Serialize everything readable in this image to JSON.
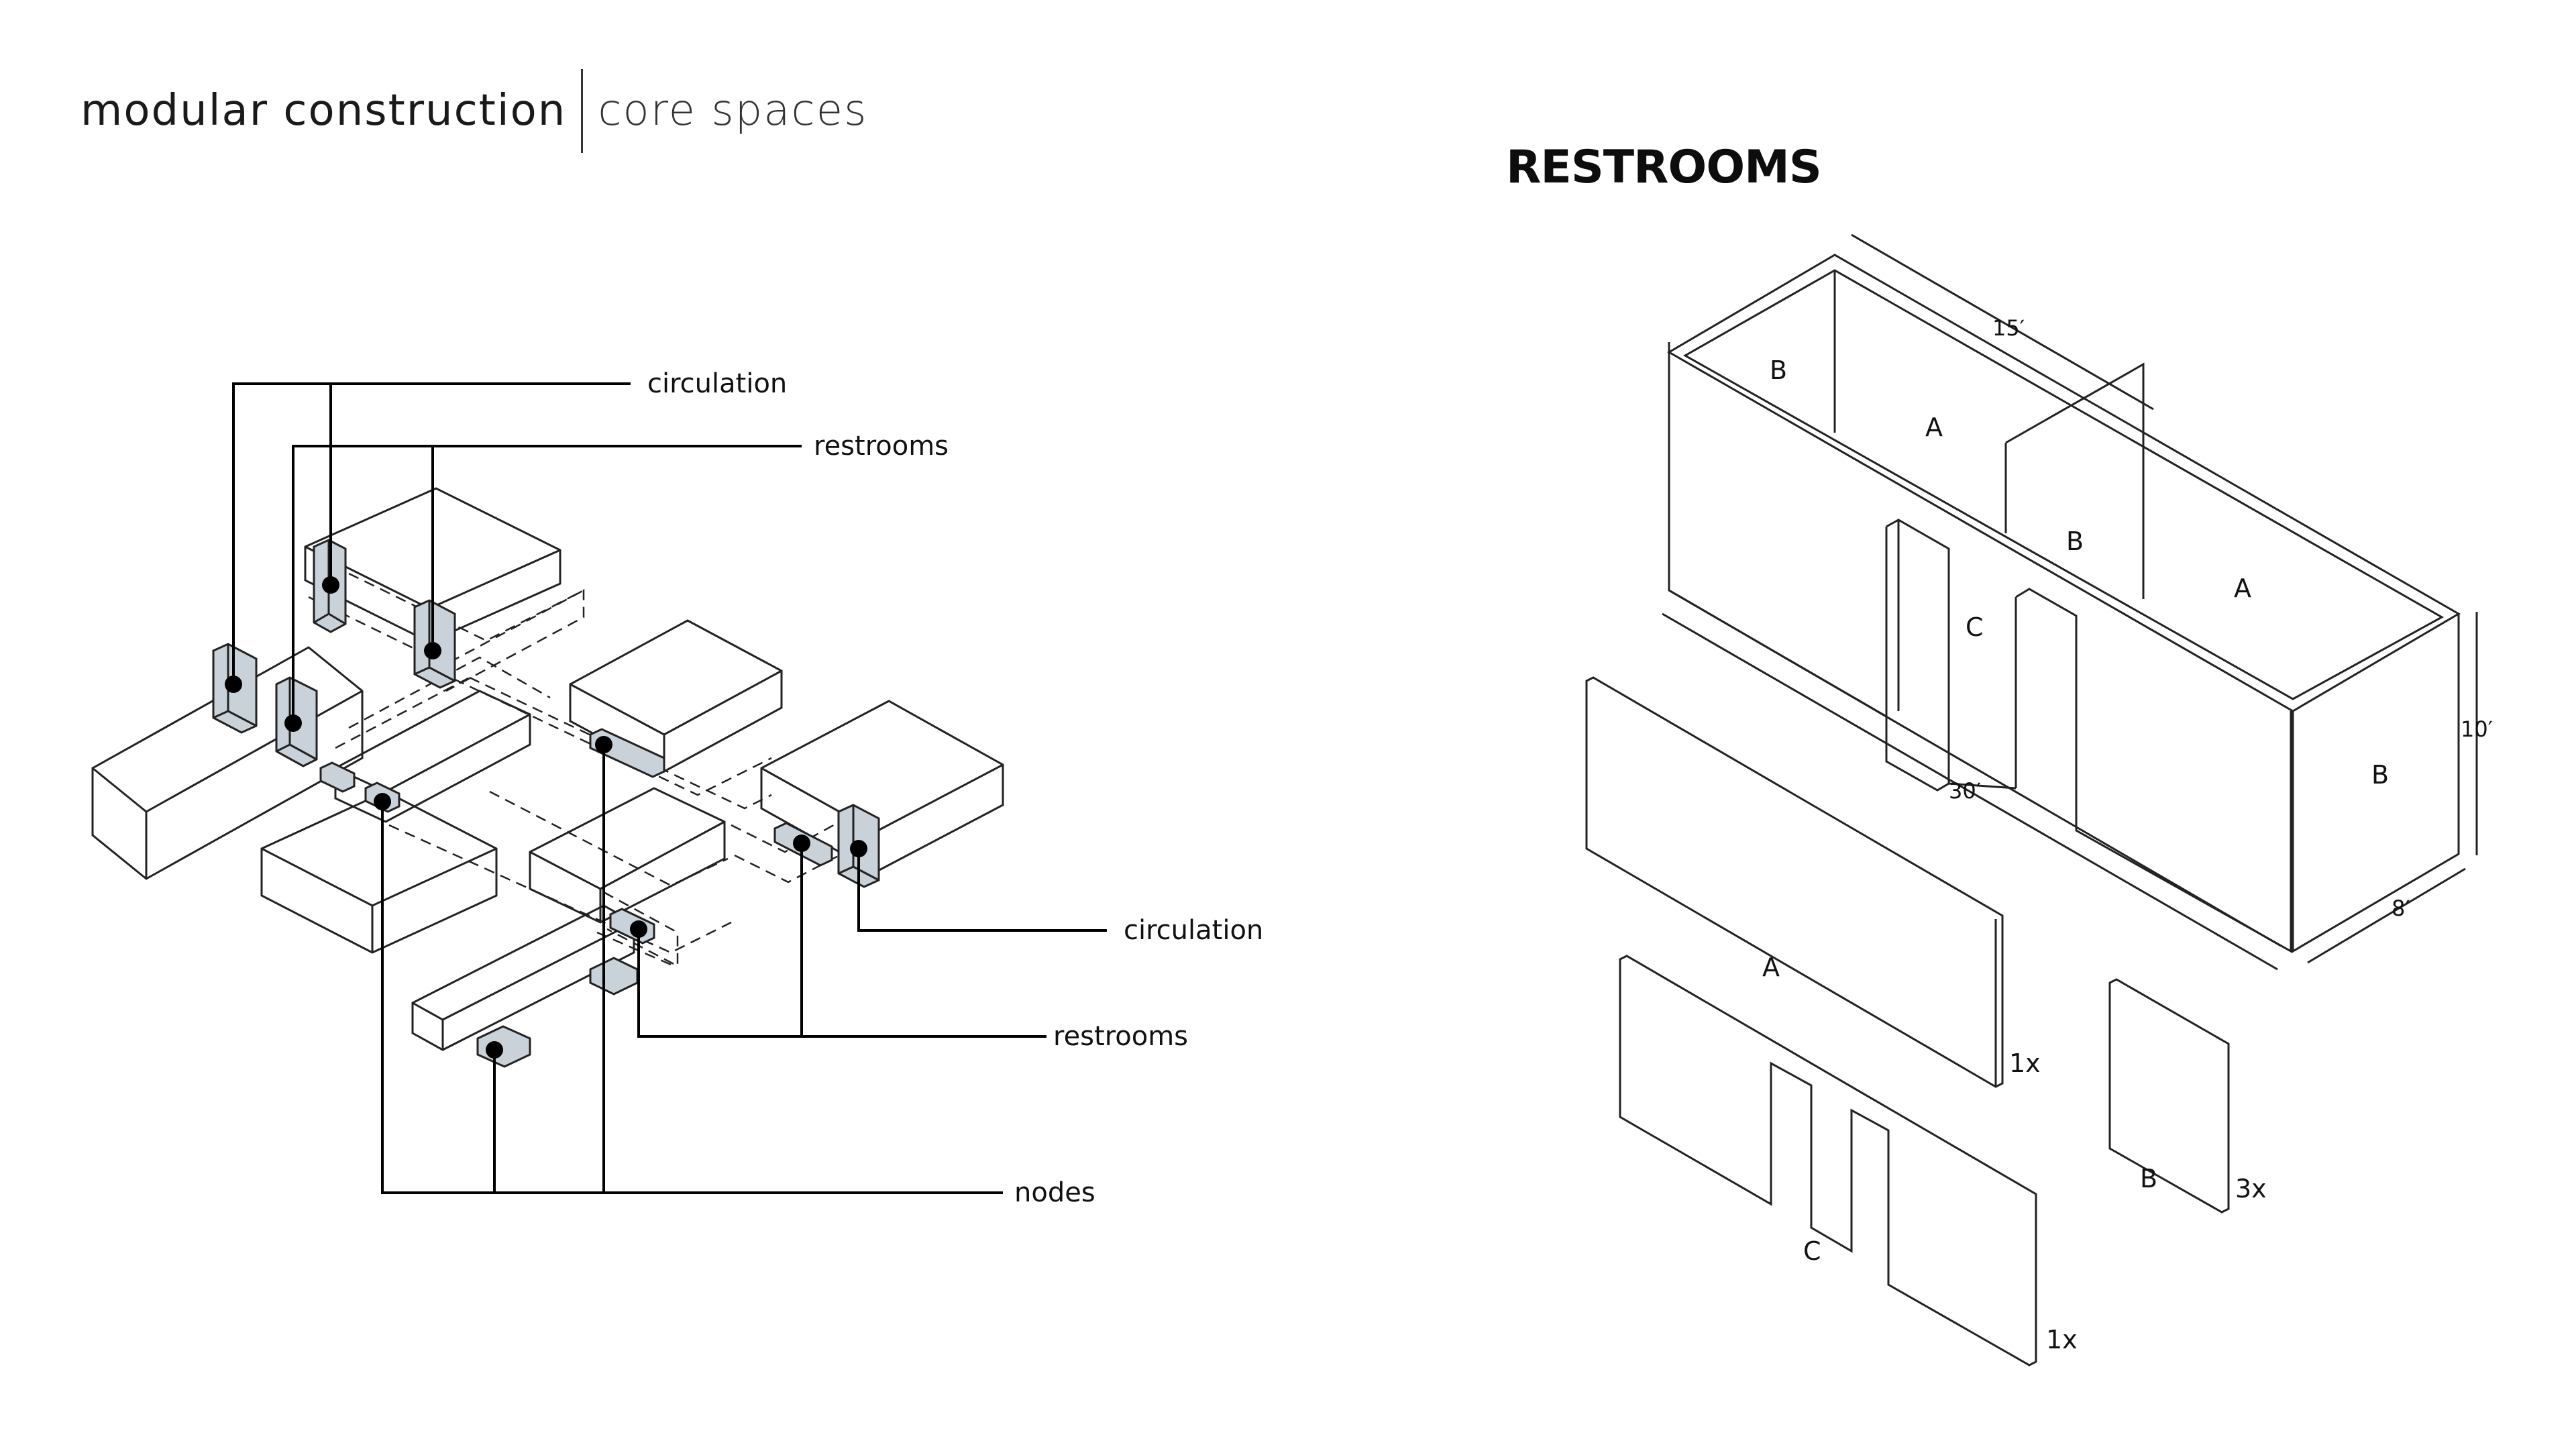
{
  "header": {
    "title": "modular construction",
    "subtitle": "core spaces"
  },
  "left_diagram": {
    "labels": {
      "circulation_top": "circulation",
      "restrooms_top": "restrooms",
      "circulation_bottom": "circulation",
      "restrooms_bottom": "restrooms",
      "nodes": "nodes"
    }
  },
  "right_diagram": {
    "heading": "RESTROOMS",
    "dimensions": {
      "length_top": "15′",
      "length_bottom": "30′",
      "height": "10′",
      "width": "8′"
    },
    "box_labels": {
      "back_left": "B",
      "back_a": "A",
      "middle_b": "B",
      "right_a": "A",
      "door": "C",
      "end_b": "B"
    },
    "panels": {
      "a_label": "A",
      "a_count": "1x",
      "c_label": "C",
      "c_count": "1x",
      "b_label": "B",
      "b_count": "3x"
    }
  },
  "colors": {
    "line": "#222222",
    "core_fill": "#c9d2d8",
    "dot": "#000000"
  }
}
